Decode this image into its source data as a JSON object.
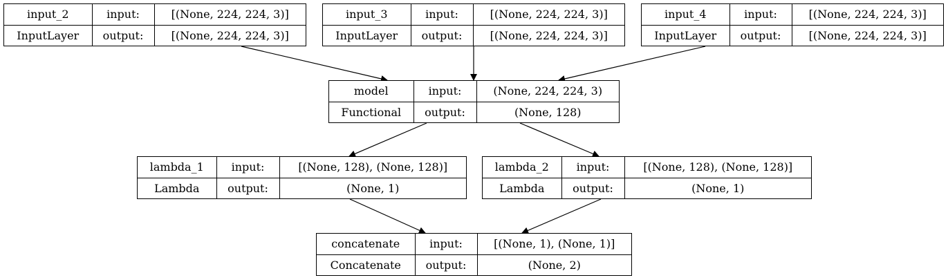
{
  "nodes": [
    {
      "id": "input_2",
      "name": "input_2",
      "cls": "InputLayer",
      "in_label": "input:",
      "out_label": "output:",
      "in": "[(None, 224, 224, 3)]",
      "out": "[(None, 224, 224, 3)]"
    },
    {
      "id": "input_3",
      "name": "input_3",
      "cls": "InputLayer",
      "in_label": "input:",
      "out_label": "output:",
      "in": "[(None, 224, 224, 3)]",
      "out": "[(None, 224, 224, 3)]"
    },
    {
      "id": "input_4",
      "name": "input_4",
      "cls": "InputLayer",
      "in_label": "input:",
      "out_label": "output:",
      "in": "[(None, 224, 224, 3)]",
      "out": "[(None, 224, 224, 3)]"
    },
    {
      "id": "model",
      "name": "model",
      "cls": "Functional",
      "in_label": "input:",
      "out_label": "output:",
      "in": "(None, 224, 224, 3)",
      "out": "(None, 128)"
    },
    {
      "id": "lambda_1",
      "name": "lambda_1",
      "cls": "Lambda",
      "in_label": "input:",
      "out_label": "output:",
      "in": "[(None, 128), (None, 128)]",
      "out": "(None, 1)"
    },
    {
      "id": "lambda_2",
      "name": "lambda_2",
      "cls": "Lambda",
      "in_label": "input:",
      "out_label": "output:",
      "in": "[(None, 128), (None, 128)]",
      "out": "(None, 1)"
    },
    {
      "id": "concatenate",
      "name": "concatenate",
      "cls": "Concatenate",
      "in_label": "input:",
      "out_label": "output:",
      "in": "[(None, 1), (None, 1)]",
      "out": "(None, 2)"
    }
  ],
  "edges": [
    {
      "from": "input_2",
      "to": "model"
    },
    {
      "from": "input_3",
      "to": "model"
    },
    {
      "from": "input_4",
      "to": "model"
    },
    {
      "from": "model",
      "to": "lambda_1"
    },
    {
      "from": "model",
      "to": "lambda_2"
    },
    {
      "from": "lambda_1",
      "to": "concatenate"
    },
    {
      "from": "lambda_2",
      "to": "concatenate"
    }
  ]
}
